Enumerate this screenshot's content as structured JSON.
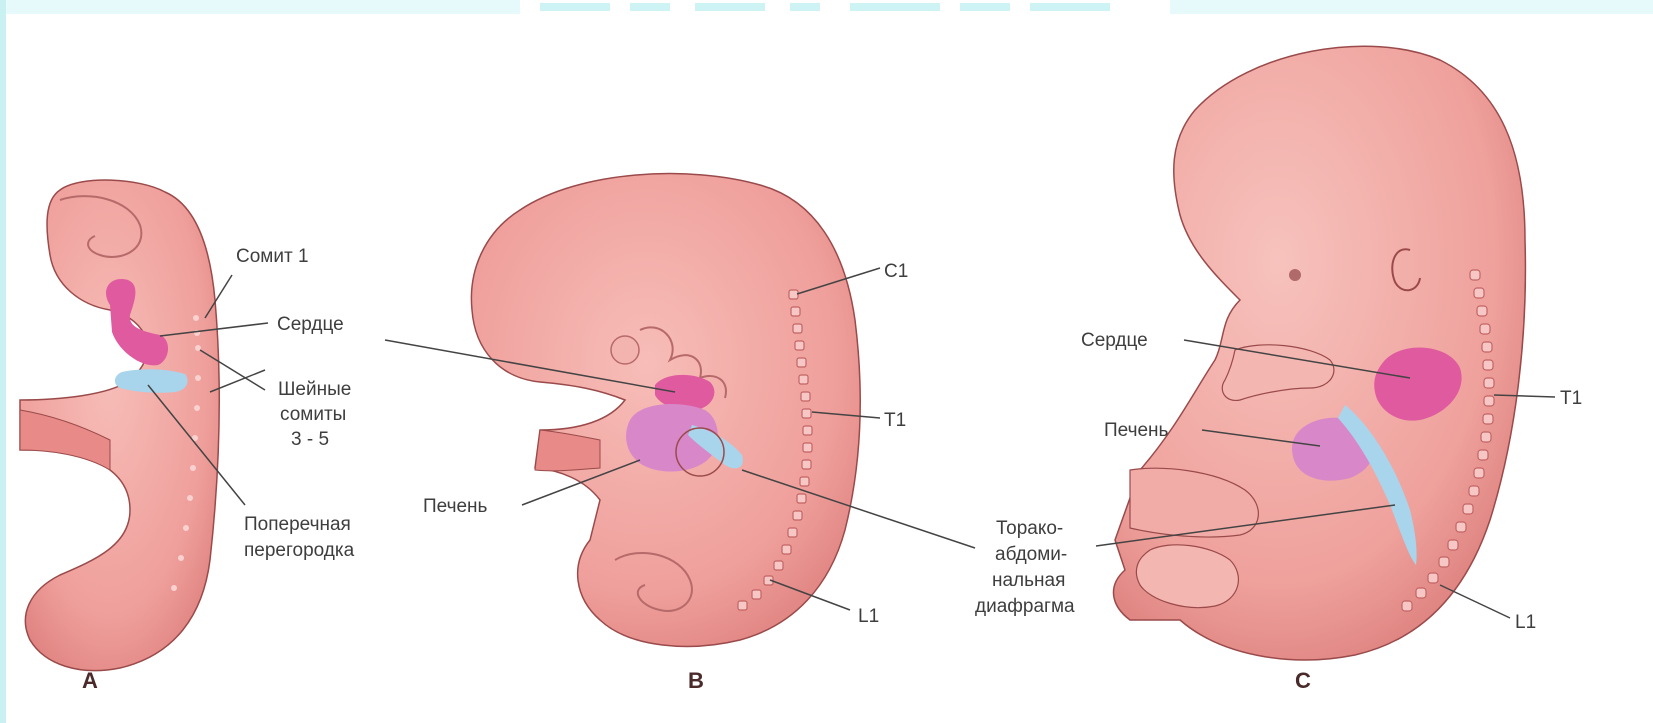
{
  "panels": {
    "a": "A",
    "b": "B",
    "c": "C"
  },
  "labels_a": {
    "somite1": "Сомит 1",
    "heart": "Сердце",
    "cervical_1": "Шейные",
    "cervical_2": "сомиты",
    "cervical_3": "3 - 5",
    "septum_1": "Поперечная",
    "septum_2": "перегородка"
  },
  "labels_b": {
    "c1": "C1",
    "t1": "T1",
    "liver": "Печень",
    "l1": "L1",
    "diaphragm_1": "Торако-",
    "diaphragm_2": "абдоми-",
    "diaphragm_3": "нальная",
    "diaphragm_4": "диафрагма"
  },
  "labels_c": {
    "heart": "Сердце",
    "liver": "Печень",
    "t1": "T1",
    "l1": "L1"
  },
  "colors": {
    "skin": "#f0a5a2",
    "skin_outline": "#9a4a4a",
    "heart": "#e05aa0",
    "liver": "#d888c8",
    "diaphragm": "#a8d4ec",
    "frame": "#c9f1f1"
  }
}
